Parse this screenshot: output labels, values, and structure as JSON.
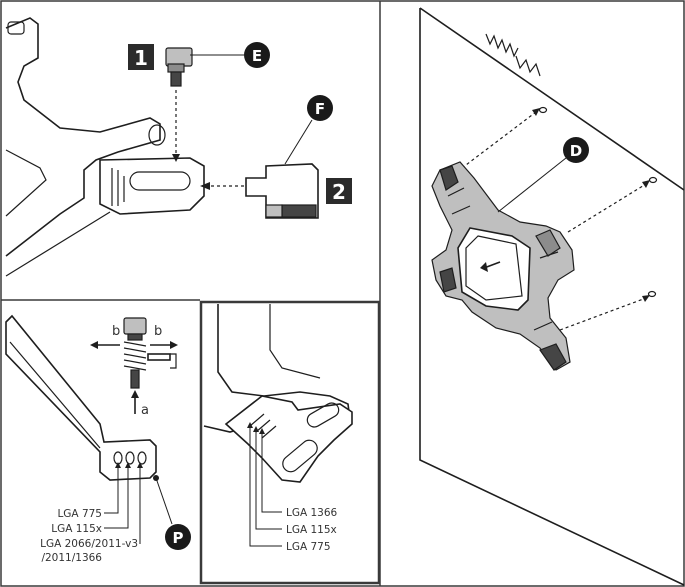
{
  "steps": {
    "step1": "1",
    "step2": "2"
  },
  "callouts": {
    "e": "E",
    "f": "F",
    "d": "D",
    "p": "P"
  },
  "panel3": {
    "label_b_left": "b",
    "label_b_right": "b",
    "label_a": "a"
  },
  "socket_labels_left": [
    "LGA 775",
    "LGA 115x",
    "LGA 2066/2011-v3",
    "/2011/1366"
  ],
  "socket_labels_mid": [
    "LGA 1366",
    "LGA 115x",
    "LGA 775"
  ],
  "colors": {
    "ink": "#1e1e1e",
    "border": "#3a3a3a",
    "callout": "#1a1a1a",
    "step_box": "#2b2b2b"
  }
}
